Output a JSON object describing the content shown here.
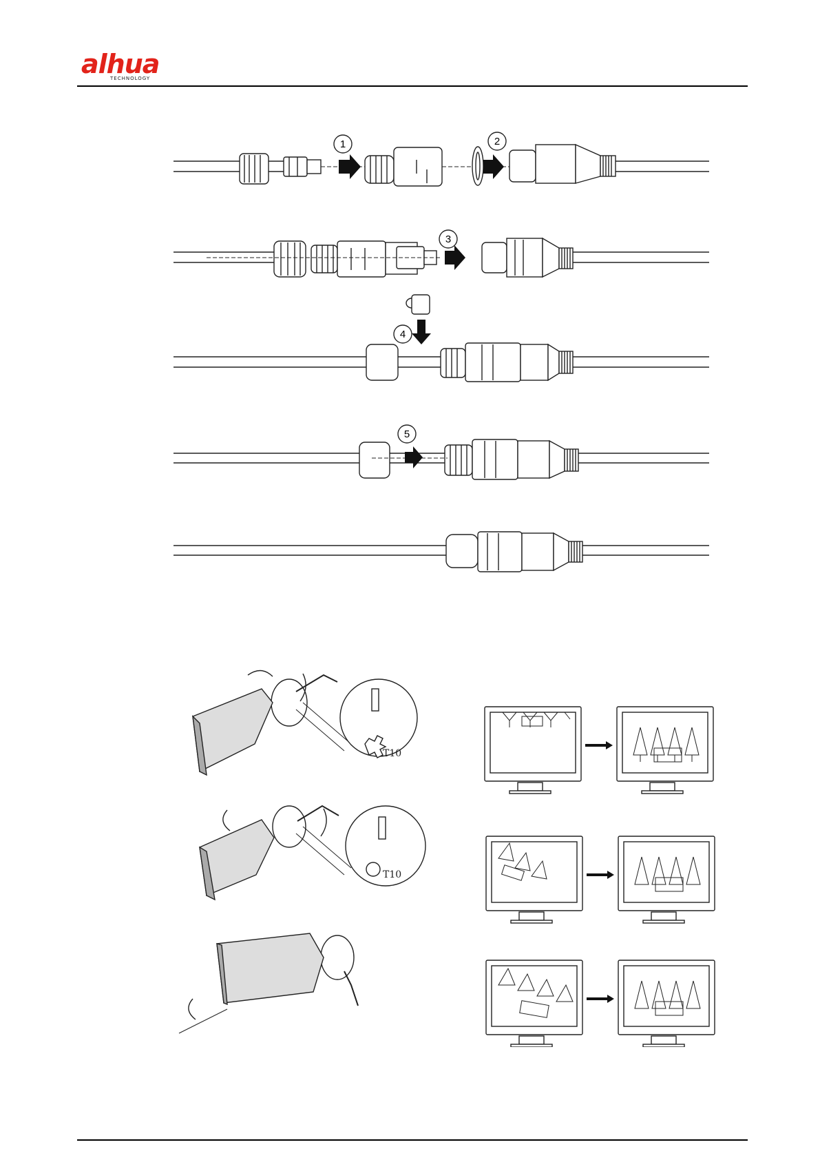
{
  "header": {
    "brand": "alhua",
    "brand_sub": "TECHNOLOGY"
  },
  "steps": [
    "1",
    "2",
    "3",
    "4",
    "5"
  ],
  "callouts": {
    "torx_1": "T10",
    "torx_2": "T10"
  }
}
